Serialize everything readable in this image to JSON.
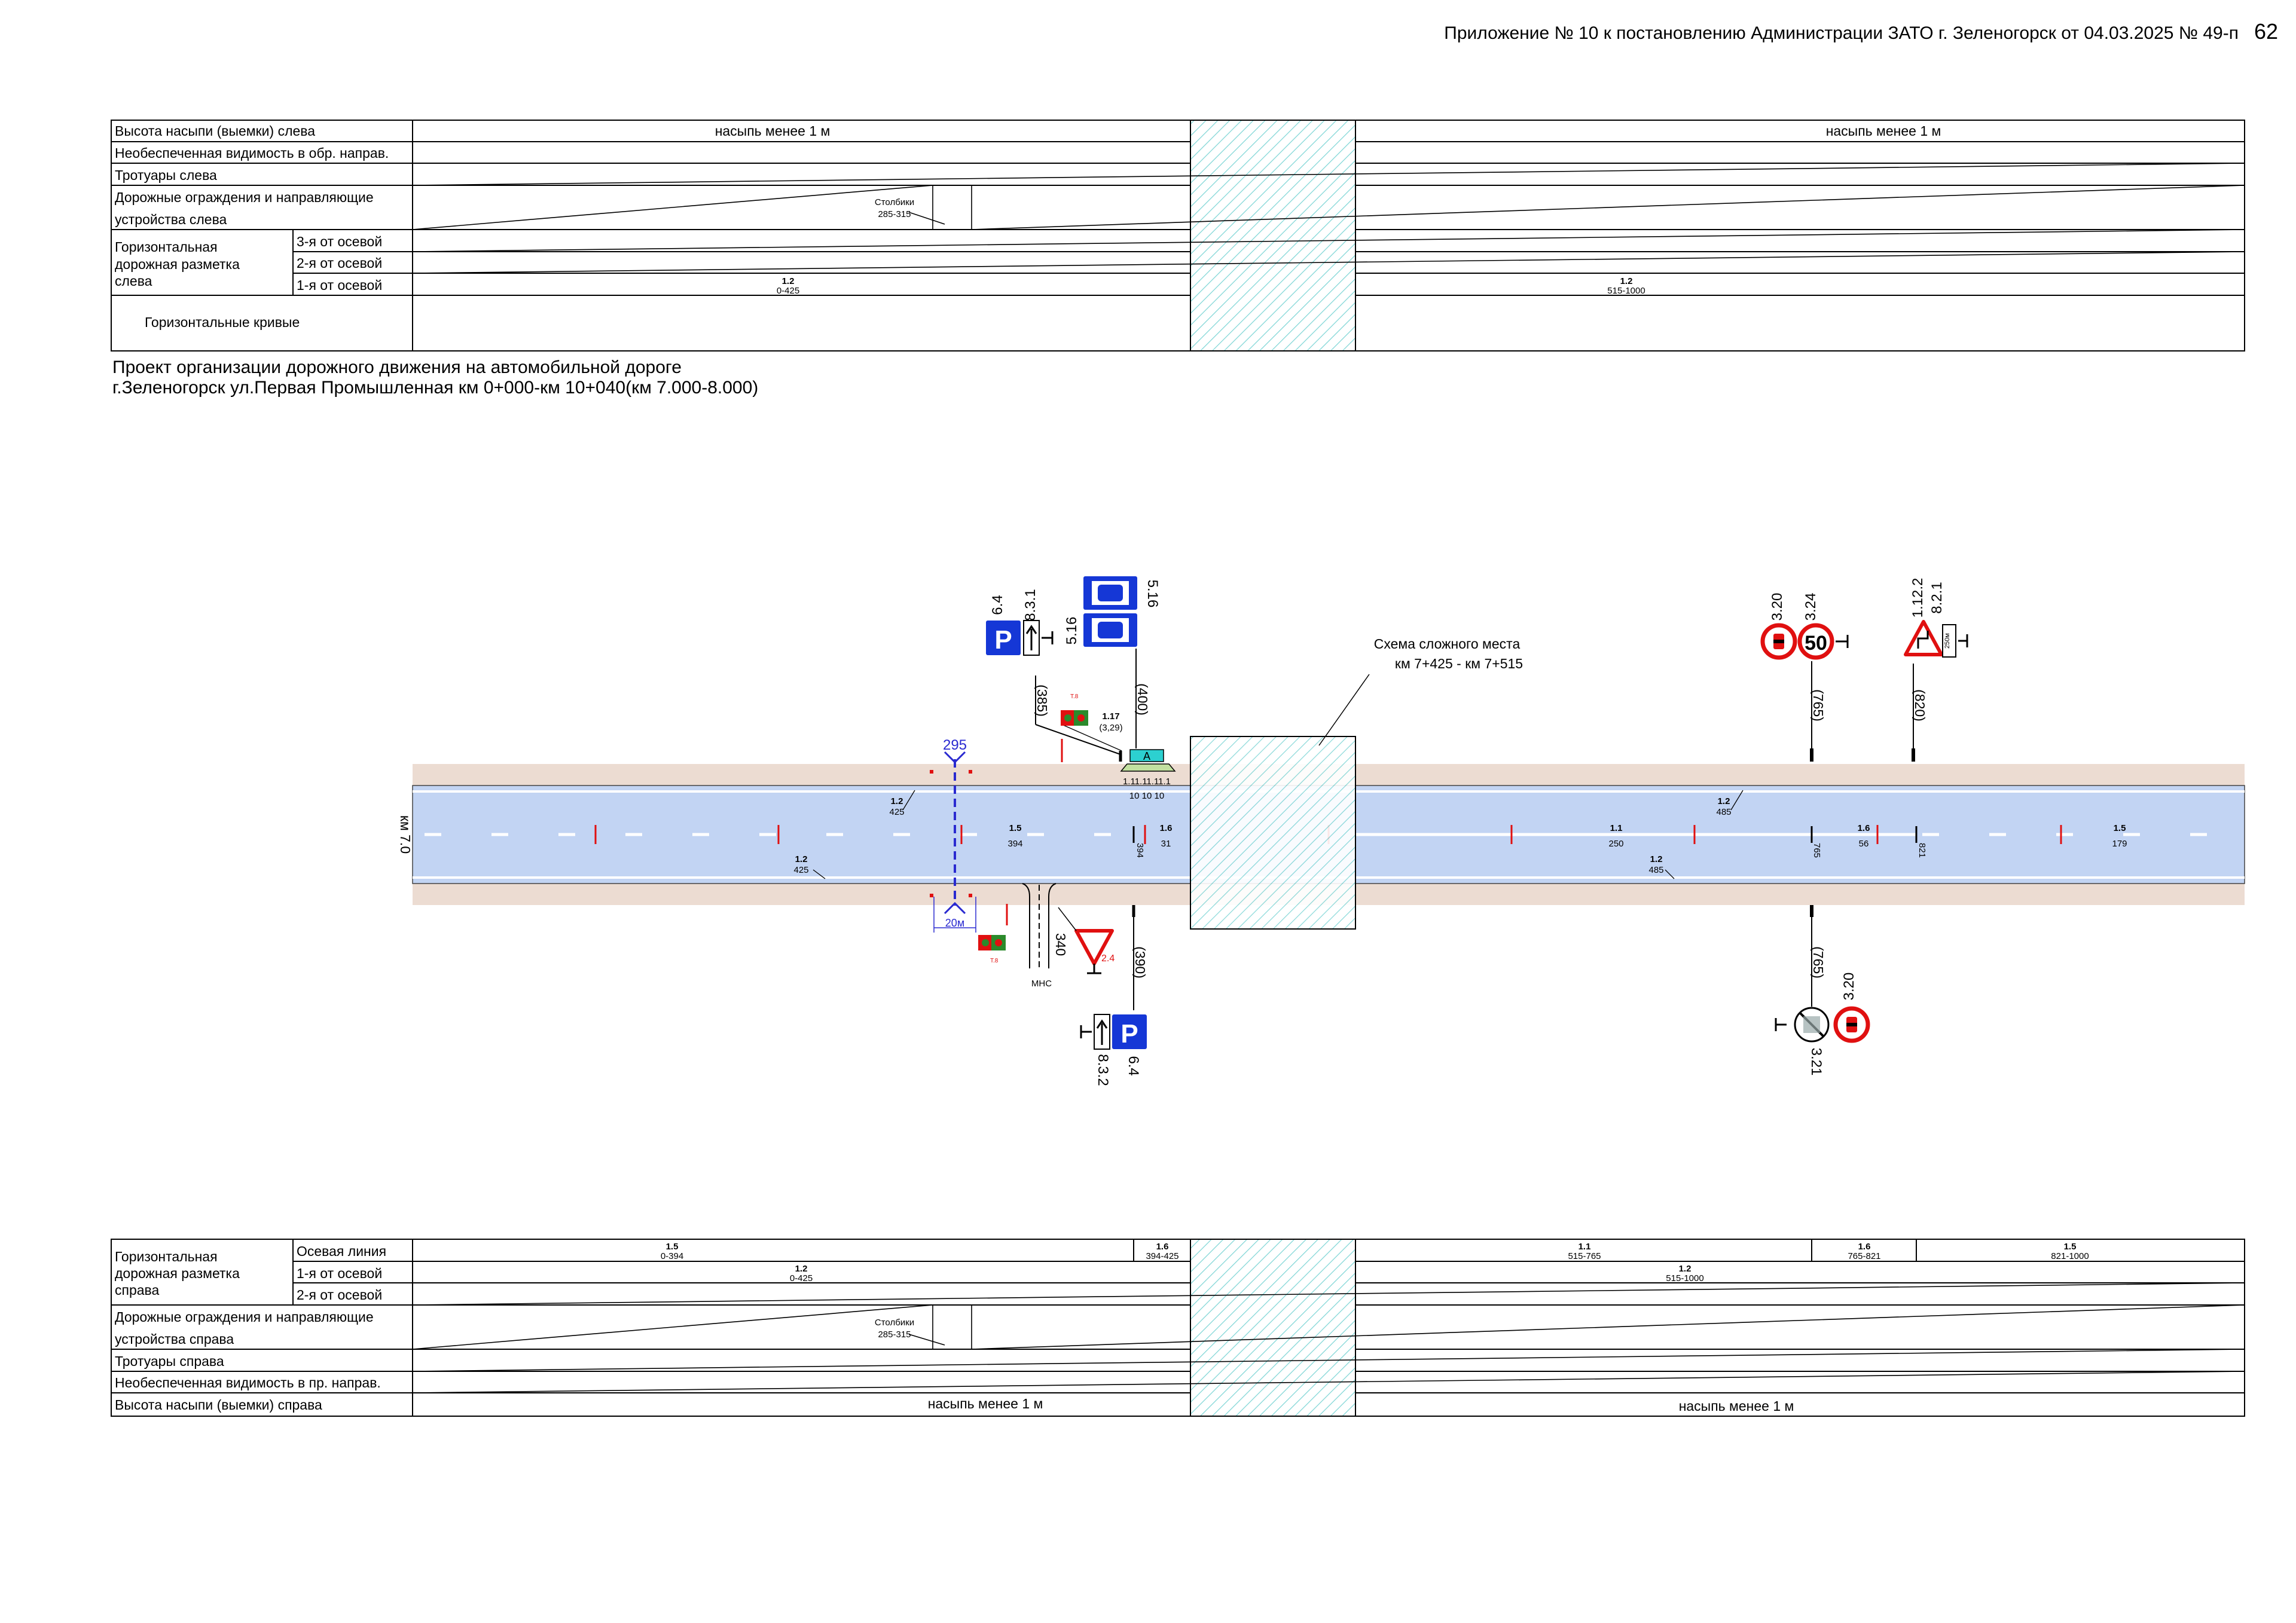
{
  "header": {
    "text": "Приложение № 10 к постановлению Администрации ЗАТО г. Зеленогорск от 04.03.2025 № 49-п",
    "page": "62"
  },
  "title": {
    "line1": "Проект организации дорожного движения на автомобильной дороге",
    "line2": "г.Зеленогорск  ул.Первая Промышленная км 0+000-км 10+040(км 7.000-8.000)"
  },
  "top_table": {
    "rows": {
      "embankment_left": "Высота насыпи (выемки) слева",
      "visibility_reverse": "Необеспеченная видимость в обр. направ.",
      "sidewalks_left": "Тротуары слева",
      "barriers_left_1": "Дорожные ограждения и направляющие",
      "barriers_left_2": "устройства слева",
      "marking_left_1": "Горизонтальная",
      "marking_left_2": "дорожная разметка",
      "marking_left_3": "слева",
      "marking_3rd": "3-я от осевой",
      "marking_2nd": "2-я от осевой",
      "marking_1st": "1-я от осевой",
      "curves": "Горизонтальные кривые"
    },
    "embankment_value_a": "насыпь менее 1 м",
    "embankment_value_b": "насыпь менее 1 м",
    "posts_label": "Столбики",
    "posts_range": "285-315",
    "m1_code_a": "1.2",
    "m1_range_a": "0-425",
    "m1_code_b": "1.2",
    "m1_range_b": "515-1000"
  },
  "bottom_table": {
    "rows": {
      "marking_right_1": "Горизонтальная",
      "marking_right_2": "дорожная разметка",
      "marking_right_3": "справа",
      "axis": "Осевая линия",
      "marking_1st": "1-я от осевой",
      "marking_2nd": "2-я от осевой",
      "barriers_right_1": "Дорожные ограждения и направляющие",
      "barriers_right_2": "устройства справа",
      "sidewalks_right": "Тротуары справа",
      "visibility_forward": "Необеспеченная видимость в пр. направ.",
      "embankment_right": "Высота насыпи (выемки) справа"
    },
    "axis_segments": [
      {
        "code": "1.5",
        "range": "0-394"
      },
      {
        "code": "1.6",
        "range": "394-425"
      },
      {
        "code": "1.1",
        "range": "515-765"
      },
      {
        "code": "1.6",
        "range": "765-821"
      },
      {
        "code": "1.5",
        "range": "821-1000"
      }
    ],
    "m1_code_a": "1.2",
    "m1_range_a": "0-425",
    "m1_code_b": "1.2",
    "m1_range_b": "515-1000",
    "posts_label": "Столбики",
    "posts_range": "285-315",
    "embankment_value_a": "насыпь менее 1 м",
    "embankment_value_b": "насыпь менее 1 м"
  },
  "plan": {
    "km_label": "км 7.0",
    "complex_label_1": "Схема сложного места",
    "complex_label_2": "км 7+425 - км 7+515",
    "crossing_number": "295",
    "crossing_width": "20м",
    "junction_label": "МНС",
    "junction_dist": "340",
    "markings": [
      {
        "code": "1.2",
        "value": "425"
      },
      {
        "code": "1.5",
        "value": "394"
      },
      {
        "code": "1.6",
        "value": "31"
      },
      {
        "code": "1.2",
        "value": "425"
      },
      {
        "code": "1.1",
        "value": "250"
      },
      {
        "code": "1.2",
        "value": "485"
      },
      {
        "code": "1.6",
        "value": "56"
      },
      {
        "code": "1.5",
        "value": "179"
      },
      {
        "code": "1.2",
        "value": "485"
      }
    ],
    "vert_labels": {
      "v394": "394",
      "v765": "765",
      "v821": "821"
    },
    "bus_stop": {
      "code": "1.17",
      "sub": "(3,29)",
      "letter": "A",
      "stripes": "1.11.11.11.1",
      "widths": "10  10  10"
    },
    "sign_groups": {
      "left_parking_dist": "(385)",
      "left_parking_sign": "6.4",
      "left_parking_plate": "8.3.1",
      "bus_dist": "(400)",
      "bus_sign_a": "5.16",
      "bus_sign_b": "5.16",
      "right_765_dist": "(765)",
      "right_765_sign_a": "3.20",
      "right_765_sign_b": "3.24",
      "right_765_speed": "50",
      "right_820_dist": "(820)",
      "right_820_sign": "1.12.2",
      "right_820_plate": "8.2.1",
      "right_820_plate_text": "250м",
      "bottom_parking_dist": "(390)",
      "bottom_parking_sign": "6.4",
      "bottom_parking_plate": "8.3.2",
      "yield_sign": "2.4",
      "bottom_765_dist": "(765)",
      "bottom_765_sign_a": "3.20",
      "bottom_765_sign_b": "3.21",
      "parking_letter": "P",
      "ped_light_small": "T.8"
    }
  },
  "colors": {
    "road": "#c2d4f3",
    "shoulder": "#ecdcd2",
    "hatch": "#7fd6d6",
    "sign_blue": "#1537d6",
    "sign_red": "#e01010",
    "crossing": "#2a2ad0"
  }
}
